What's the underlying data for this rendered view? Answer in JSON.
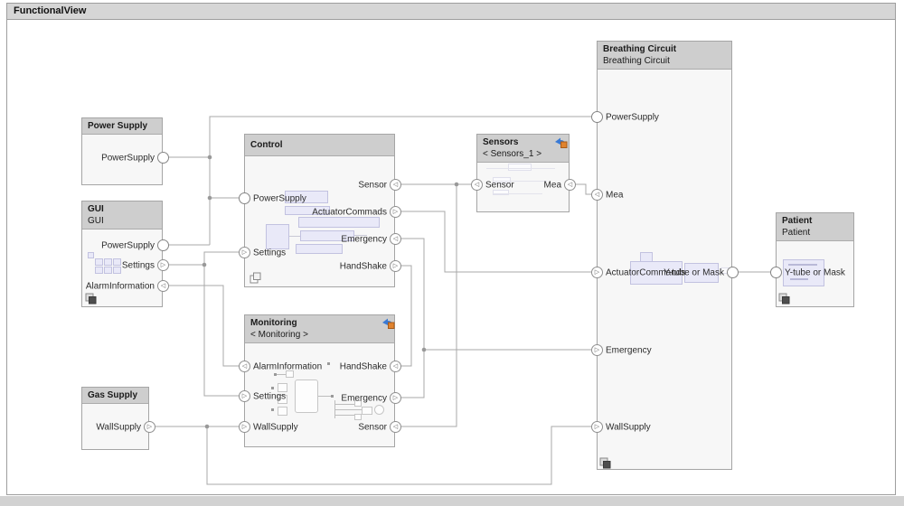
{
  "header": {
    "title": "FunctionalView"
  },
  "colors": {
    "titlebar": "#d6d6d6",
    "block_header": "#cecece",
    "block_body": "#f7f7f7",
    "wire": "#a8a8a8",
    "thumbnail_fill": "#e9e9f8",
    "thumbnail_border": "#c2c2e0",
    "badge_blue": "#3a7ad4",
    "badge_orange": "#e0832e"
  },
  "icons": {
    "input_port": "left-triangle",
    "output_port": "right-triangle",
    "physical_port": "circle",
    "linked_badge": "blue-arrow-orange-box",
    "reference_badge": "stacked-squares"
  },
  "blocks": {
    "power_supply": {
      "title": "Power Supply",
      "ports": {
        "power": "PowerSupply"
      }
    },
    "gui": {
      "title": "GUI",
      "subtitle": "GUI",
      "ports": {
        "power": "PowerSupply",
        "settings": "Settings",
        "alarm": "AlarmInformation"
      }
    },
    "control": {
      "title": "Control",
      "ports": {
        "power": "PowerSupply",
        "settings": "Settings",
        "sensor": "Sensor",
        "actuator": "ActuatorCommads",
        "emergency": "Emergency",
        "handshake": "HandShake"
      }
    },
    "sensors": {
      "title": "Sensors",
      "subtitle": "< Sensors_1 >",
      "ports": {
        "sensor": "Sensor",
        "mea": "Mea"
      }
    },
    "monitoring": {
      "title": "Monitoring",
      "subtitle": "< Monitoring >",
      "ports": {
        "alarm": "AlarmInformation",
        "settings": "Settings",
        "wall": "WallSupply",
        "handshake": "HandShake",
        "emergency": "Emergency",
        "sensor": "Sensor"
      }
    },
    "gas_supply": {
      "title": "Gas Supply",
      "ports": {
        "wall": "WallSupply"
      }
    },
    "breathing": {
      "title": "Breathing Circuit",
      "subtitle": "Breathing Circuit",
      "ports": {
        "power": "PowerSupply",
        "mea": "Mea",
        "actuator": "ActuatorCommands",
        "emergency": "Emergency",
        "wall": "WallSupply",
        "ytube": "Y-tube or Mask"
      }
    },
    "patient": {
      "title": "Patient",
      "subtitle": "Patient",
      "ports": {
        "ytube": "Y-tube or Mask"
      }
    }
  }
}
